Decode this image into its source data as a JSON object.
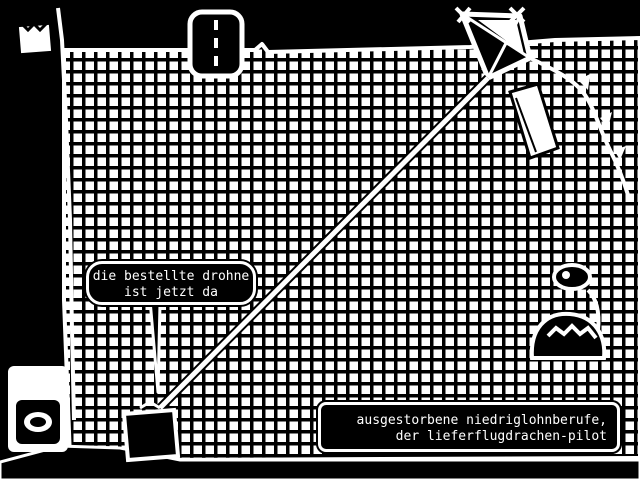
{
  "scene": {
    "speech_bubble": {
      "line1": "die bestellte drohne",
      "line2": "ist jetzt da"
    },
    "caption": {
      "line1": "ausgestorbene niedriglohnberufe,",
      "line2": "der lieferflugdrachen-pilot"
    }
  },
  "colors": {
    "background": "#000000",
    "ink": "#ffffff"
  }
}
